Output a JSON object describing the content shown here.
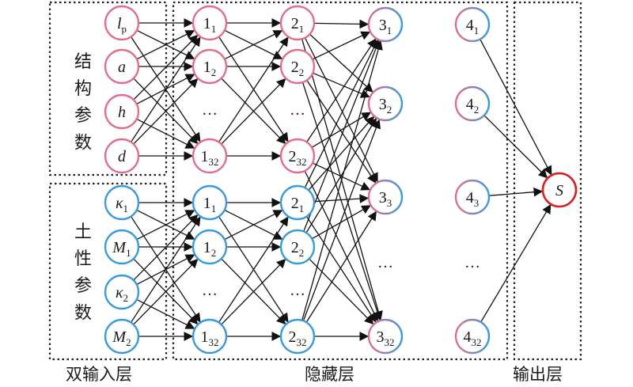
{
  "colors": {
    "pink": "#e0708a",
    "blue": "#3b9ad8",
    "red": "#d81e1e",
    "edge": "#111111",
    "box": "#222222"
  },
  "groups": {
    "structural_label": "结构参数",
    "soil_label": "土性参数"
  },
  "bottom_labels": {
    "input": "双输入层",
    "hidden": "隐藏层",
    "output": "输出层"
  },
  "input_nodes": {
    "structural": [
      {
        "base": "l",
        "sub": "p"
      },
      {
        "base": "a",
        "sub": ""
      },
      {
        "base": "h",
        "sub": ""
      },
      {
        "base": "d",
        "sub": ""
      }
    ],
    "soil": [
      {
        "base": "κ",
        "sub": "1"
      },
      {
        "base": "M",
        "sub": "1"
      },
      {
        "base": "κ",
        "sub": "2"
      },
      {
        "base": "M",
        "sub": "2"
      }
    ]
  },
  "hidden_nodes": {
    "layer1_top": [
      {
        "base": "1",
        "sub": "1"
      },
      {
        "base": "1",
        "sub": "2"
      },
      {
        "base": "…",
        "sub": ""
      },
      {
        "base": "1",
        "sub": "32"
      }
    ],
    "layer2_top": [
      {
        "base": "2",
        "sub": "1"
      },
      {
        "base": "2",
        "sub": "2"
      },
      {
        "base": "…",
        "sub": ""
      },
      {
        "base": "2",
        "sub": "32"
      }
    ],
    "layer1_bottom": [
      {
        "base": "1",
        "sub": "1"
      },
      {
        "base": "1",
        "sub": "2"
      },
      {
        "base": "…",
        "sub": ""
      },
      {
        "base": "1",
        "sub": "32"
      }
    ],
    "layer2_bottom": [
      {
        "base": "2",
        "sub": "1"
      },
      {
        "base": "2",
        "sub": "2"
      },
      {
        "base": "…",
        "sub": ""
      },
      {
        "base": "2",
        "sub": "32"
      }
    ],
    "layer3": [
      {
        "base": "3",
        "sub": "1"
      },
      {
        "base": "3",
        "sub": "2"
      },
      {
        "base": "3",
        "sub": "3"
      },
      {
        "base": "…",
        "sub": ""
      },
      {
        "base": "3",
        "sub": "32"
      }
    ],
    "layer4": [
      {
        "base": "4",
        "sub": "1"
      },
      {
        "base": "4",
        "sub": "2"
      },
      {
        "base": "4",
        "sub": "3"
      },
      {
        "base": "…",
        "sub": ""
      },
      {
        "base": "4",
        "sub": "32"
      }
    ]
  },
  "output_node": {
    "base": "S"
  }
}
